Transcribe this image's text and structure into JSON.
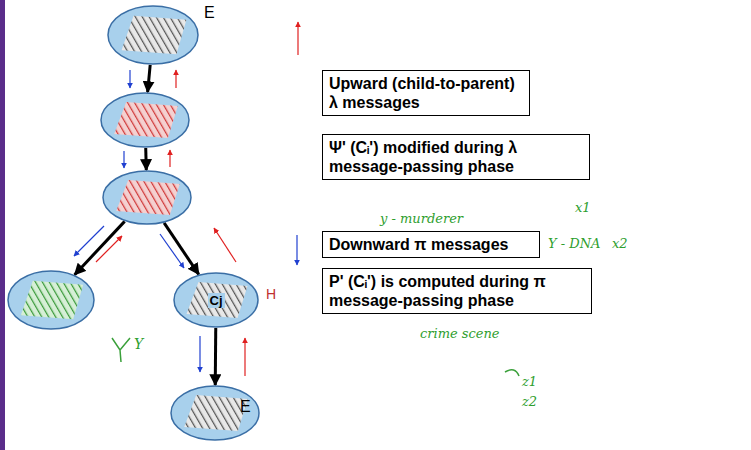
{
  "diagram": {
    "nodes": [
      {
        "text": []
      },
      {
        "text": []
      },
      {
        "text": []
      },
      {
        "text": []
      },
      {
        "text": [
          "Cj"
        ]
      },
      {
        "text": []
      },
      {
        "text": [
          "Upward (child-to-parent) λ messages"
        ]
      },
      {
        "text": [
          "Ψ' (Cᵢ') modified during λ message-passing phase"
        ]
      },
      {
        "text": [
          "Downward π messages"
        ]
      },
      {
        "text": [
          "P' (Cᵢ') is computed during π message-passing phase"
        ]
      }
    ],
    "edges": [
      {
        "from": 0,
        "to": 1,
        "arrow": "to"
      },
      {
        "from": 1,
        "to": 2,
        "arrow": "to"
      },
      {
        "from": 2,
        "to": 3,
        "arrow": "to"
      },
      {
        "from": 2,
        "to": 4,
        "arrow": "to"
      },
      {
        "from": 4,
        "to": 5,
        "arrow": "to"
      }
    ],
    "labels": [
      "E",
      "E",
      "H",
      "Y",
      "y - murderer",
      "Y - DNA",
      "crime scene",
      "x1",
      "x2",
      "z1",
      "z2"
    ]
  }
}
